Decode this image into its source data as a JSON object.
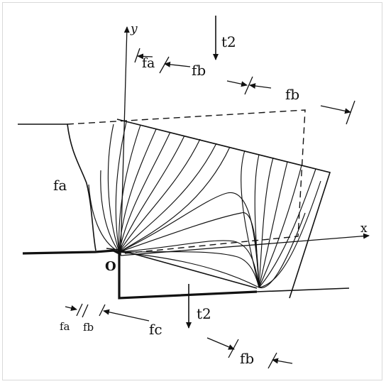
{
  "figure": {
    "labels": {
      "axis_y": "y",
      "axis_x": "x",
      "origin": "O",
      "fa_left": "fa",
      "t2_top": "t2",
      "t2_bottom": "t2",
      "fa_top": "fa",
      "fb_top": "fb",
      "fb_top_right": "fb",
      "fa_bottom": "fa",
      "fb_bottom_left": "fb",
      "fc_bottom": "fc",
      "fb_bottom_right": "fb"
    },
    "colors": {
      "ink": "#111111",
      "background": "#ffffff",
      "frame": "#d9d9d9"
    }
  }
}
